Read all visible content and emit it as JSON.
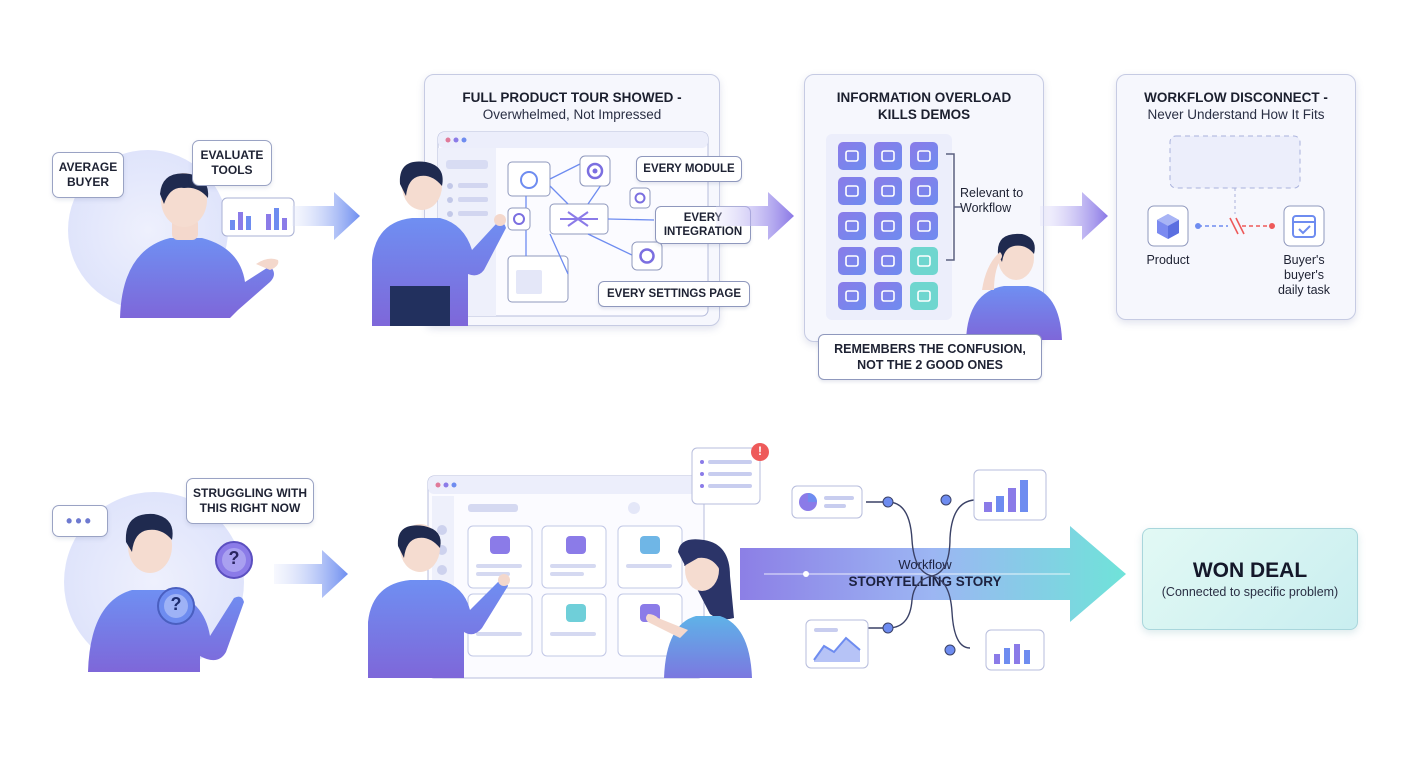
{
  "row1": {
    "scene1": {
      "bubble_left": "AVERAGE\nBUYER",
      "bubble_right": "EVALUATE\nTOOLS"
    },
    "scene2": {
      "title": "FULL PRODUCT TOUR SHOWED -",
      "subtitle": "Overwhelmed, Not Impressed",
      "tag_module": "EVERY MODULE",
      "tag_integration": "EVERY\nINTEGRATION",
      "tag_settings": "EVERY SETTINGS PAGE"
    },
    "scene3": {
      "title": "INFORMATION OVERLOAD\nKILLS DEMOS",
      "relevant": "Relevant to\nWorkflow",
      "caption": "REMEMBERS THE CONFUSION,\nNOT THE 2 GOOD ONES"
    },
    "scene4": {
      "title": "WORKFLOW DISCONNECT -",
      "subtitle": "Never Understand How It Fits",
      "product": "Product",
      "task": "Buyer's\nbuyer's\ndaily task"
    }
  },
  "row2": {
    "scene1": {
      "bubble": "STRUGGLING WITH\nTHIS RIGHT NOW",
      "dots": "•••",
      "question": "?"
    },
    "arrow": {
      "line1": "Workflow",
      "line2": "STORYTELLING STORY"
    },
    "result": {
      "title": "WON DEAL",
      "subtitle": "(Connected to specific problem)"
    },
    "alert": "!"
  },
  "icons": {
    "person": "person-icon",
    "gear": "gear-icon",
    "globe": "globe-icon",
    "cube": "cube-icon",
    "calendar": "calendar-check-icon",
    "bar_chart": "bar-chart-icon",
    "pie_chart": "pie-chart-icon",
    "check": "check-icon"
  },
  "colors": {
    "accent_purple": "#7b6fe0",
    "accent_blue": "#5b8ff0",
    "accent_teal": "#6fe3d9",
    "won_deal_bg": "#d6f6f1",
    "alert": "#ee5a5a"
  }
}
